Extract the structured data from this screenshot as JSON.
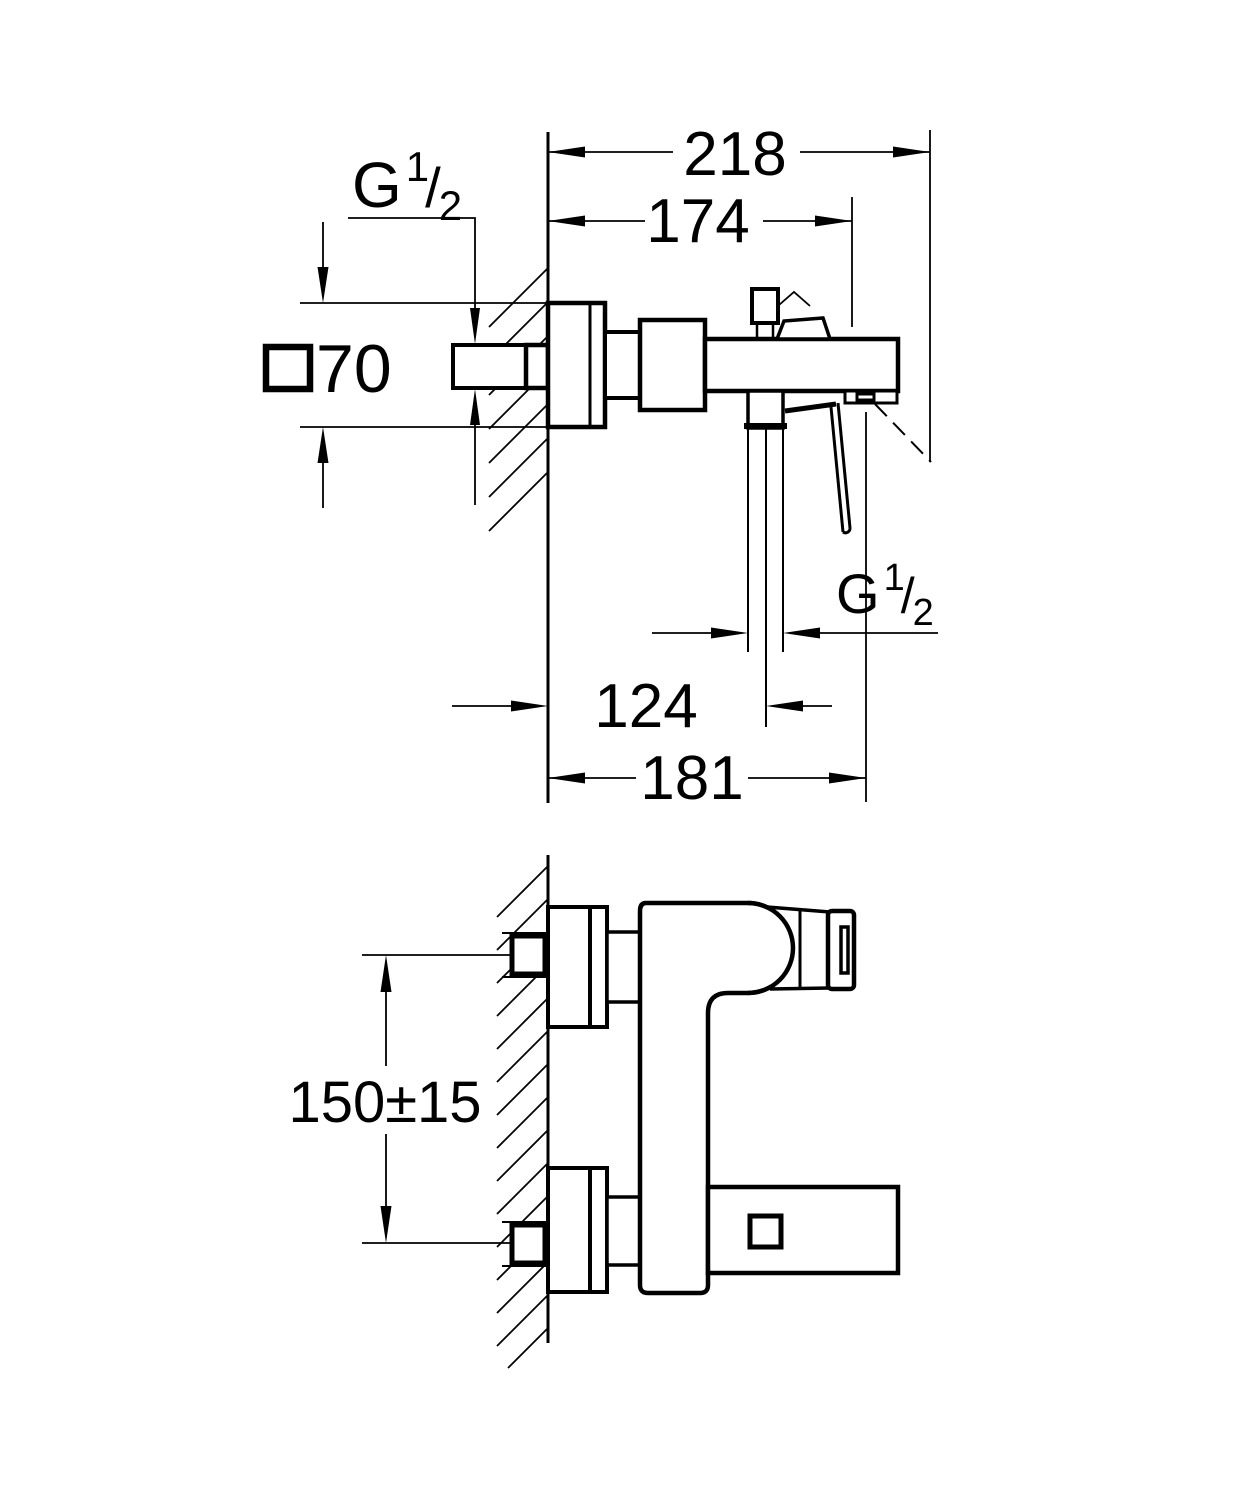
{
  "page": {
    "ink": "#000000",
    "paper": "#ffffff"
  },
  "top_view": {
    "dim_overall_depth": "218",
    "dim_handle_depth": "174",
    "dim_outlet_offset": "124",
    "dim_spout_depth": "181",
    "dim_escutcheon": "70",
    "thread_inlet": {
      "base": "G",
      "sup": "1",
      "slash": "/",
      "sub": "2"
    },
    "thread_outlet": {
      "base": "G",
      "sup": "1",
      "slash": "/",
      "sub": "2"
    }
  },
  "front_view": {
    "dim_inlet_centers": "150±15"
  }
}
